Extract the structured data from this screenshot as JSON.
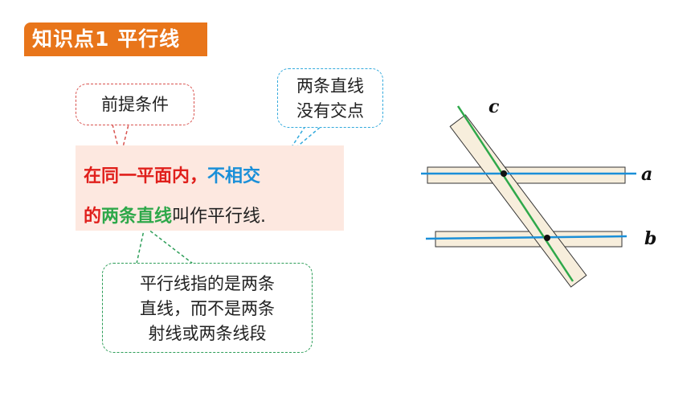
{
  "title": "知识点1  平行线",
  "callouts": {
    "premise": "前提条件",
    "no_intersection": [
      "两条直线",
      "没有交点"
    ],
    "note": [
      "平行线指的是两条",
      "直线，而不是两条",
      "射线或两条线段"
    ]
  },
  "definition": {
    "line1_red": "在同一平面内，",
    "line1_blue": "不相交",
    "line2_red": "的",
    "line2_green": "两条直线",
    "line2_black": "叫作平行线."
  },
  "diagram": {
    "labels": {
      "a": "a",
      "b": "b",
      "c": "c"
    }
  },
  "colors": {
    "title_bg": "#e8751a",
    "definition_bg": "#fde8e0",
    "red": "#e0201c",
    "blue": "#1a8fd8",
    "green": "#2ea84a",
    "strip_fill": "#f7eedc"
  }
}
